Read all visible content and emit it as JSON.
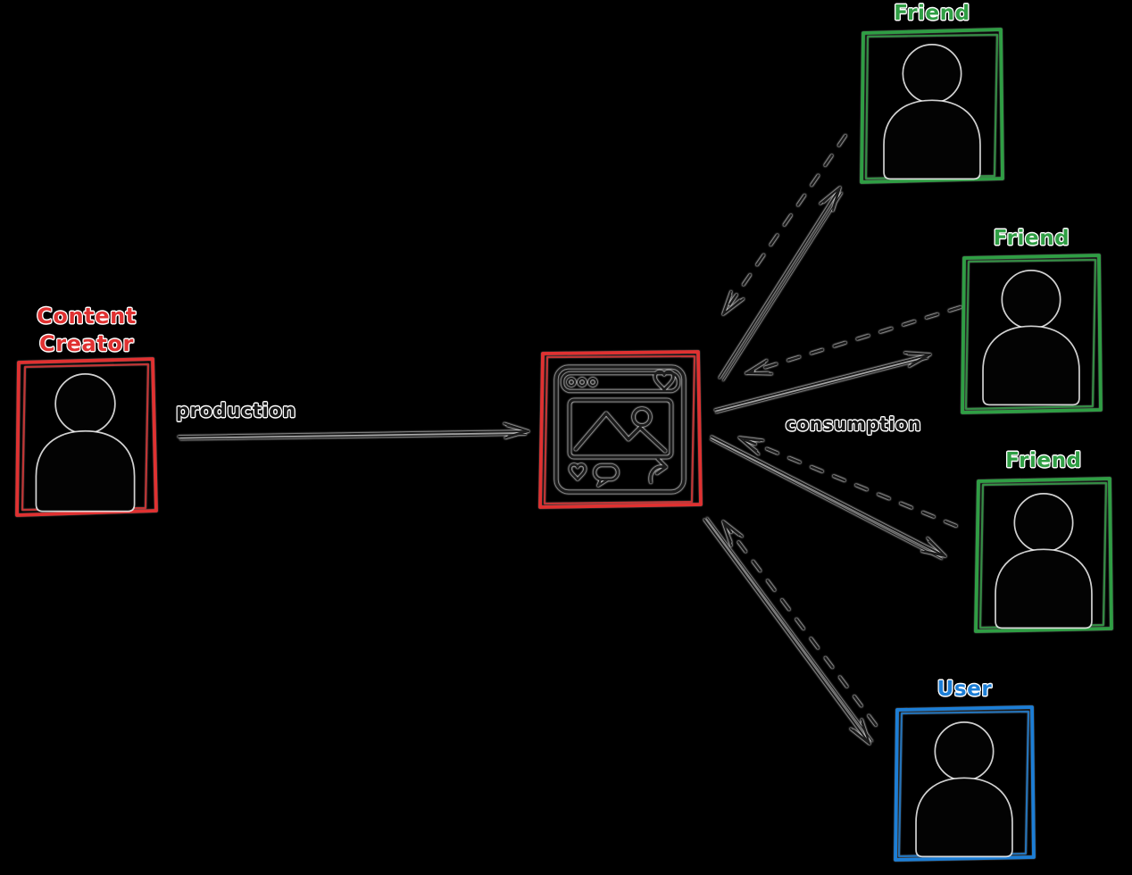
{
  "colors": {
    "background": "#000000",
    "red": "#e03131",
    "green": "#2f9e44",
    "blue": "#1c7ed6",
    "ink": "#1b1b1b"
  },
  "nodes": {
    "content_creator": {
      "label_line1": "Content",
      "label_line2": "Creator",
      "frame_color": "#e03131",
      "icon": "person-icon"
    },
    "post": {
      "frame_color": "#e03131",
      "icon": "social-media-post-icon",
      "sub_icons": [
        "window-dots-icon",
        "heart-icon",
        "photo-icon",
        "like-heart-icon",
        "comment-icon",
        "share-icon"
      ]
    },
    "friends": [
      {
        "label": "Friend",
        "frame_color": "#2f9e44",
        "icon": "person-icon"
      },
      {
        "label": "Friend",
        "frame_color": "#2f9e44",
        "icon": "person-icon"
      },
      {
        "label": "Friend",
        "frame_color": "#2f9e44",
        "icon": "person-icon"
      }
    ],
    "user": {
      "label": "User",
      "frame_color": "#1c7ed6",
      "icon": "person-icon"
    }
  },
  "edges": {
    "production": {
      "label": "production",
      "style": "solid-arrow"
    },
    "consumption": {
      "label": "consumption",
      "style": "dashed-arrows-back-to-post"
    },
    "distribution": {
      "style": "solid-arrows-post-to-viewers",
      "count": 4
    }
  }
}
